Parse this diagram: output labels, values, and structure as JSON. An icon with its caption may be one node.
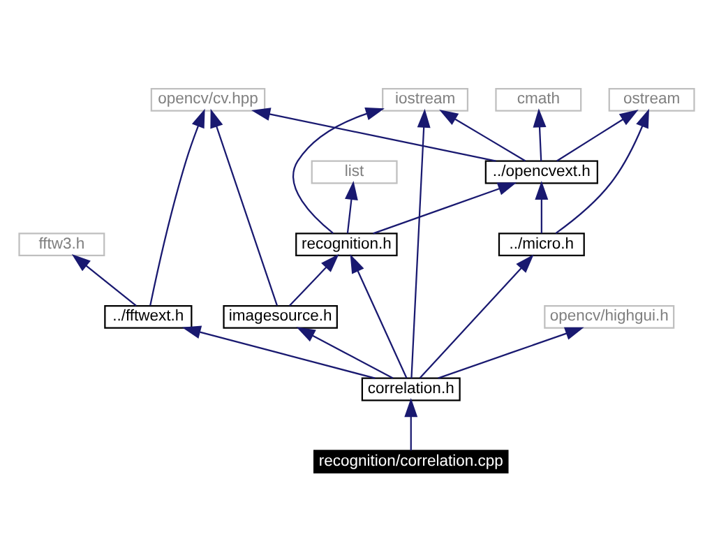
{
  "diagram": {
    "nodes": [
      {
        "text": [
          "fftw3.h"
        ]
      },
      {
        "text": [
          "opencv/cv.hpp"
        ]
      },
      {
        "text": [
          "iostream"
        ]
      },
      {
        "text": [
          "cmath"
        ]
      },
      {
        "text": [
          "ostream"
        ]
      },
      {
        "text": [
          "../fftwext.h"
        ]
      },
      {
        "text": [
          "../opencvext.h"
        ]
      },
      {
        "text": [
          "list"
        ]
      },
      {
        "text": [
          "recognition.h"
        ]
      },
      {
        "text": [
          "../micro.h"
        ]
      },
      {
        "text": [
          "imagesource.h"
        ]
      },
      {
        "text": [
          "opencv/highgui.h"
        ]
      },
      {
        "text": [
          "correlation.h"
        ]
      },
      {
        "text": [
          "recognition/correlation.cpp"
        ]
      }
    ],
    "edges": [
      {
        "from": 13,
        "to": 12,
        "arrow": "to"
      },
      {
        "from": 12,
        "to": 5,
        "arrow": "to"
      },
      {
        "from": 12,
        "to": 10,
        "arrow": "to"
      },
      {
        "from": 12,
        "to": 8,
        "arrow": "to"
      },
      {
        "from": 12,
        "to": 2,
        "arrow": "to"
      },
      {
        "from": 12,
        "to": 9,
        "arrow": "to"
      },
      {
        "from": 12,
        "to": 11,
        "arrow": "to"
      },
      {
        "from": 5,
        "to": 0,
        "arrow": "to"
      },
      {
        "from": 5,
        "to": 1,
        "arrow": "to"
      },
      {
        "from": 10,
        "to": 1,
        "arrow": "to"
      },
      {
        "from": 10,
        "to": 8,
        "arrow": "to"
      },
      {
        "from": 8,
        "to": 2,
        "arrow": "to"
      },
      {
        "from": 8,
        "to": 7,
        "arrow": "to"
      },
      {
        "from": 8,
        "to": 6,
        "arrow": "to"
      },
      {
        "from": 9,
        "to": 6,
        "arrow": "to"
      },
      {
        "from": 9,
        "to": 4,
        "arrow": "to"
      },
      {
        "from": 6,
        "to": 1,
        "arrow": "to"
      },
      {
        "from": 6,
        "to": 2,
        "arrow": "to"
      },
      {
        "from": 6,
        "to": 3,
        "arrow": "to"
      },
      {
        "from": 6,
        "to": 4,
        "arrow": "to"
      }
    ]
  }
}
